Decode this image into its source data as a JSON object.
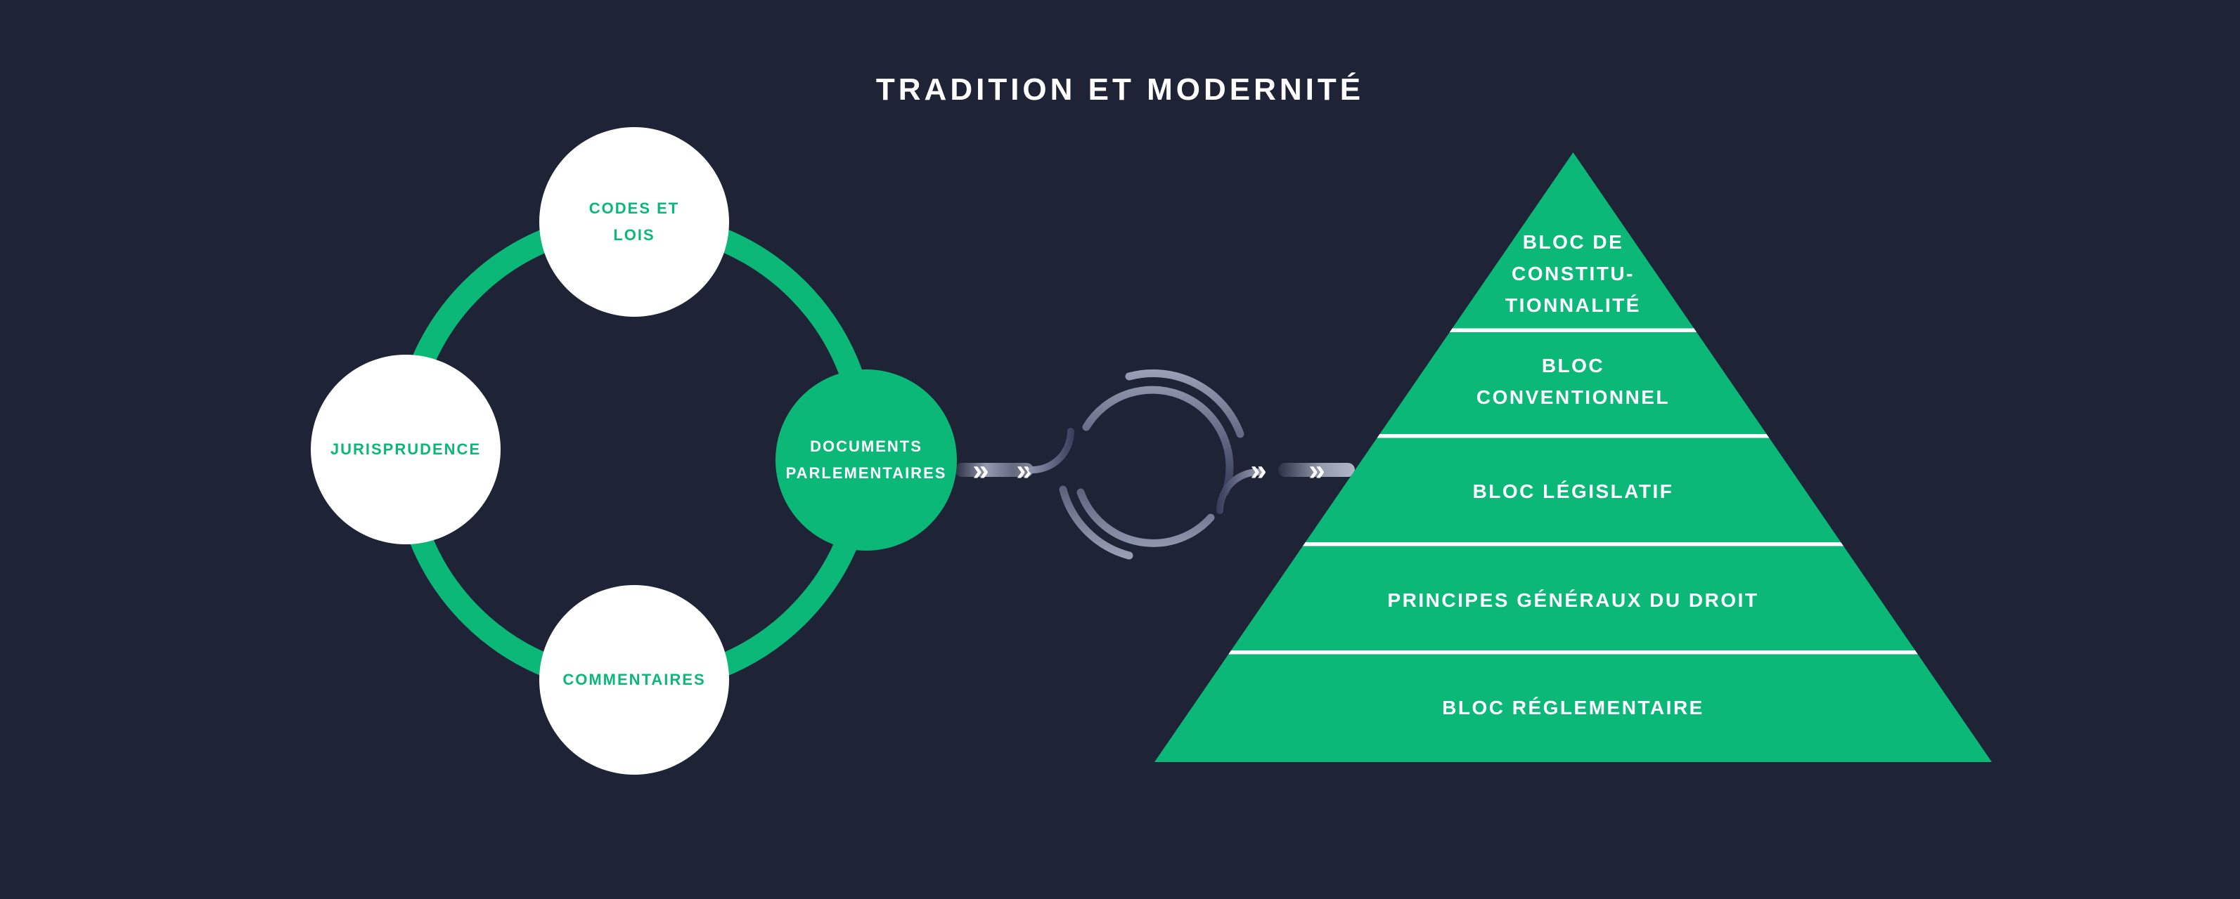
{
  "title": "TRADITION ET MODERNITÉ",
  "colors": {
    "background": "#1e2336",
    "green": "#0bb878",
    "white": "#ffffff",
    "arc_light": "#9aa1b6",
    "arc_dark": "#2c3150"
  },
  "cycle": {
    "nodes": [
      {
        "id": "codes-et-lois",
        "style": "light",
        "lines": [
          "CODES ET",
          "LOIS"
        ]
      },
      {
        "id": "jurisprudence",
        "style": "light",
        "lines": [
          "JURISPRUDENCE"
        ]
      },
      {
        "id": "commentaires",
        "style": "light",
        "lines": [
          "COMMENTAIRES"
        ]
      },
      {
        "id": "documents-parlementaires",
        "style": "accent",
        "lines": [
          "DOCUMENTS",
          "PARLEMENTAIRES"
        ]
      }
    ]
  },
  "flow": {
    "chevron_icon": "»"
  },
  "pyramid": {
    "levels": [
      {
        "lines": [
          "BLOC DE",
          "CONSTITU-",
          "TIONNALITÉ"
        ]
      },
      {
        "lines": [
          "BLOC",
          "CONVENTIONNEL"
        ]
      },
      {
        "lines": [
          "BLOC LÉGISLATIF"
        ]
      },
      {
        "lines": [
          "PRINCIPES GÉNÉRAUX DU DROIT"
        ]
      },
      {
        "lines": [
          "BLOC RÉGLEMENTAIRE"
        ]
      }
    ]
  }
}
